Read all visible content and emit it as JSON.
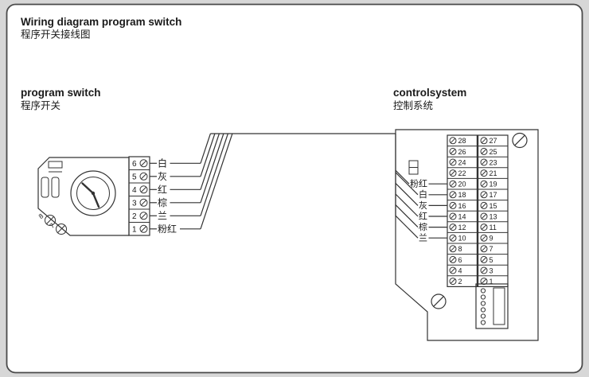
{
  "colors": {
    "background": "#d7d7d7",
    "panel": "#ffffff",
    "line": "#333333",
    "text": "#1a1a1a"
  },
  "title": {
    "line1": "Wiring diagram program switch",
    "line2": "程序开关接线图"
  },
  "program_switch": {
    "label_line1": "program switch",
    "label_line2": "程序开关",
    "terminals": [
      "6",
      "5",
      "4",
      "3",
      "2",
      "1"
    ],
    "corner_terminals": [
      "8",
      "7"
    ],
    "wire_labels": [
      "白",
      "灰",
      "红",
      "棕",
      "兰",
      "粉红"
    ]
  },
  "control_system": {
    "label_line1": "controlsystem",
    "label_line2": "控制系统",
    "left_terminals": [
      "28",
      "26",
      "24",
      "22",
      "20",
      "18",
      "16",
      "14",
      "12",
      "10",
      "8",
      "6",
      "4",
      "2"
    ],
    "right_terminals": [
      "27",
      "25",
      "23",
      "21",
      "19",
      "17",
      "15",
      "13",
      "11",
      "9",
      "7",
      "5",
      "3",
      "1"
    ],
    "wire_labels": [
      "粉红",
      "白",
      "灰",
      "红",
      "棕",
      "兰"
    ]
  }
}
